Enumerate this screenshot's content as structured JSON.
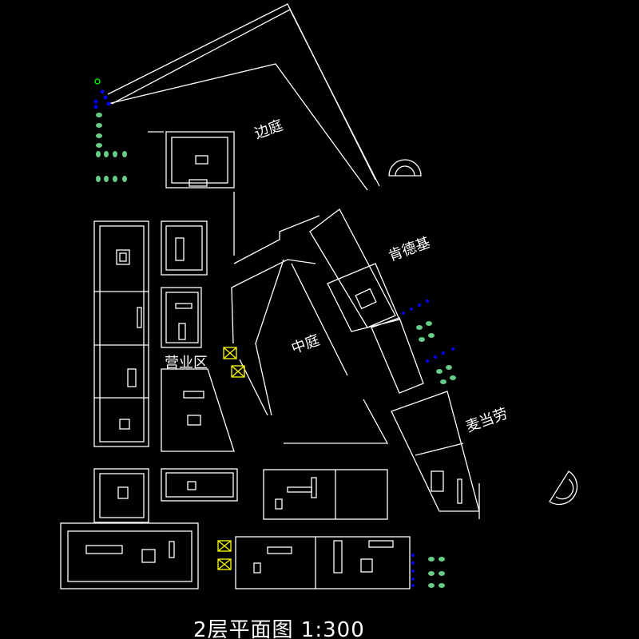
{
  "labels": {
    "side_court": "边庭",
    "kfc": "肯德基",
    "central_court": "中庭",
    "business_area": "营业区",
    "mcdonalds": "麦当劳"
  },
  "title": "2层平面图  1:300",
  "colors": {
    "background": "#000000",
    "lines": "#ffffff",
    "toilet": "#66cc88",
    "door_marker": "#0000ff",
    "elevator": "#ffff00",
    "note": "#ff0000"
  }
}
